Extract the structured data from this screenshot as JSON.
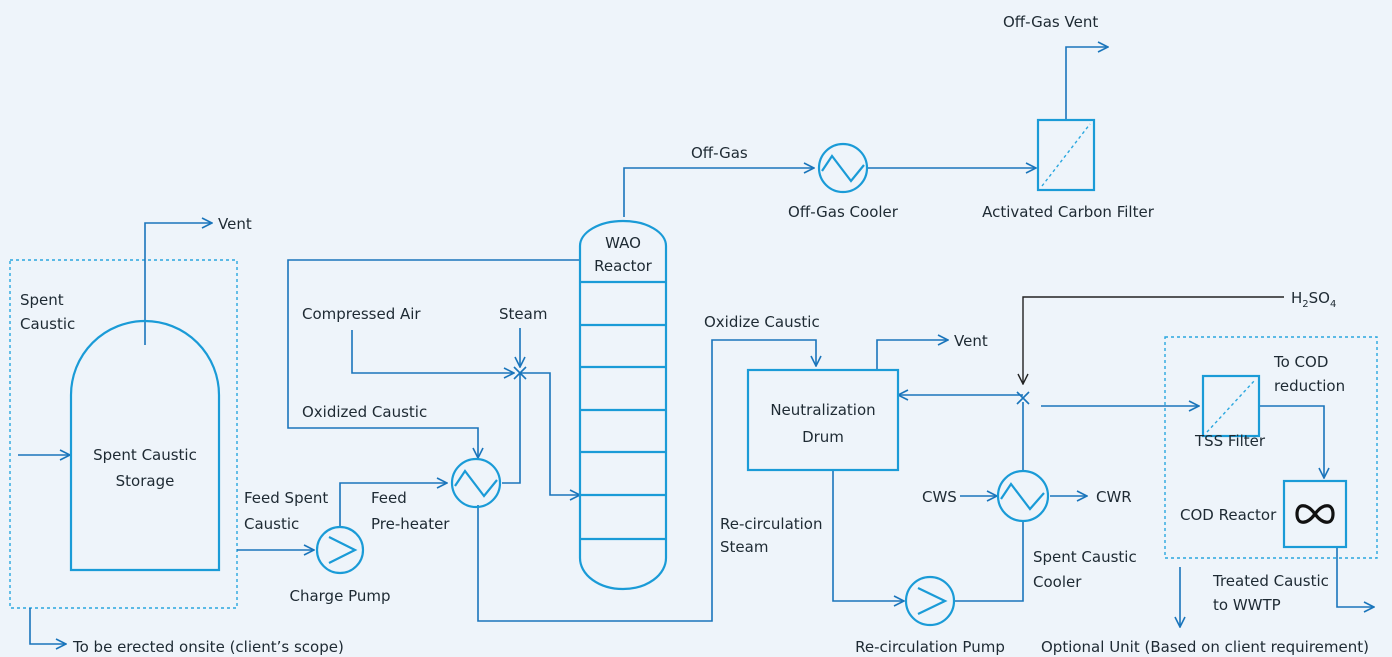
{
  "labels": {
    "off_gas_vent": "Off-Gas Vent",
    "off_gas": "Off-Gas",
    "off_gas_cooler": "Off-Gas Cooler",
    "activated_carbon_filter": "Activated Carbon Filter",
    "vent_storage": "Vent",
    "spent_caustic_1": "Spent",
    "spent_caustic_2": "Caustic",
    "wao_reactor_1": "WAO",
    "wao_reactor_2": "Reactor",
    "compressed_air": "Compressed Air",
    "steam": "Steam",
    "oxidize_caustic": "Oxidize Caustic",
    "vent_drum": "Vent",
    "h2so4_base_h": "H",
    "h2so4_sub_2": "2",
    "h2so4_base_so": "SO",
    "h2so4_sub_4": "4",
    "to_cod_1": "To COD",
    "to_cod_2": "reduction",
    "oxidized_caustic": "Oxidized Caustic",
    "neutralization_1": "Neutralization",
    "neutralization_2": "Drum",
    "tss_filter": "TSS Filter",
    "storage_1": "Spent Caustic",
    "storage_2": "Storage",
    "feed_spent_1": "Feed Spent",
    "feed_spent_2": "Caustic",
    "feed_preheater_1": "Feed",
    "feed_preheater_2": "Pre-heater",
    "cws": "CWS",
    "cwr": "CWR",
    "cod_reactor": "COD Reactor",
    "recirc_steam_1": "Re-circulation",
    "recirc_steam_2": "Steam",
    "charge_pump": "Charge Pump",
    "spent_caustic_cooler_1": "Spent Caustic",
    "spent_caustic_cooler_2": "Cooler",
    "treated_caustic_1": "Treated Caustic",
    "treated_caustic_2": "to WWTP",
    "recirc_pump": "Re-circulation Pump",
    "to_be_erected": "To be erected onsite (client’s scope)",
    "optional_unit": "Optional Unit (Based on client requirement)"
  },
  "colors": {
    "background": "#eef4fa",
    "stream_line": "#1a75bb",
    "equipment": "#1a9bd7",
    "boundary": "#2aa7df",
    "acid_line": "#222222",
    "text": "#1e2a33"
  },
  "icons": {
    "heat_exchanger": "circle-zigzag",
    "pump": "circle-triangle",
    "filter": "square-diagonal",
    "cod_reactor": "infinity-symbol",
    "mixer": "cross-junction"
  }
}
